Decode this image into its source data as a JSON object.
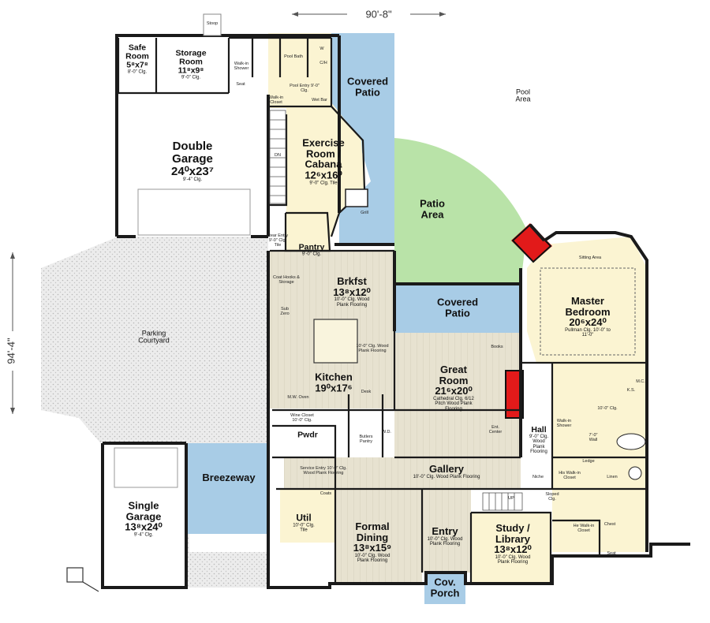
{
  "overall": {
    "width": "90'-8\"",
    "depth": "94'-4\""
  },
  "rooms": {
    "safe_room": {
      "name": [
        "Safe",
        "Room"
      ],
      "dims": "5⁸x7⁸",
      "note": "8'-0\" Clg."
    },
    "storage_room": {
      "name": [
        "Storage",
        "Room"
      ],
      "dims": "11⁸x9⁸",
      "note": "9'-0\" Clg."
    },
    "double_garage": {
      "name": [
        "Double",
        "Garage"
      ],
      "dims": "24⁰x23⁷",
      "note": "9'-4\" Clg."
    },
    "covered_patio_top": {
      "name": [
        "Covered",
        "Patio"
      ]
    },
    "exercise_room": {
      "name": [
        "Exercise",
        "Room /",
        "Cabana"
      ],
      "dims": "12⁶x16⁰",
      "note": "9'-0\" Clg. Tile"
    },
    "patio_area": {
      "name": [
        "Patio",
        "Area"
      ]
    },
    "pool_area": {
      "name": [
        "Pool",
        "Area"
      ]
    },
    "pantry": {
      "name": [
        "Pantry"
      ],
      "note": "9'-0\" Clg."
    },
    "brkfst": {
      "name": [
        "Brkfst"
      ],
      "dims": "13⁸x12⁰",
      "note": "10'-0\" Clg. Wood Plank Flooring"
    },
    "covered_patio_mid": {
      "name": [
        "Covered",
        "Patio"
      ]
    },
    "master_bedroom": {
      "name": [
        "Master",
        "Bedroom"
      ],
      "dims": "20⁶x24⁰",
      "note": "Pullman Clg. 10'-0\" to 11'-0\""
    },
    "parking_courtyard": {
      "name": [
        "Parking",
        "Courtyard"
      ]
    },
    "kitchen": {
      "name": [
        "Kitchen"
      ],
      "dims": "19⁰x17⁶",
      "note": "10'-0\" Clg. Wood Plank Flooring"
    },
    "great_room": {
      "name": [
        "Great",
        "Room"
      ],
      "dims": "21⁶x20⁰",
      "note": "Cathedral Clg. 6/12 Pitch Wood Plank Flooring"
    },
    "pwdr": {
      "name": [
        "Pwdr"
      ]
    },
    "gallery": {
      "name": [
        "Gallery"
      ],
      "note": "10'-0\" Clg. Wood Plank Flooring"
    },
    "breezeway": {
      "name": [
        "Breezeway"
      ]
    },
    "single_garage": {
      "name": [
        "Single",
        "Garage"
      ],
      "dims": "13⁸x24⁰",
      "note": "9'-4\" Clg."
    },
    "util": {
      "name": [
        "Util"
      ],
      "note": "10'-0\" Clg. Tile"
    },
    "formal_dining": {
      "name": [
        "Formal",
        "Dining"
      ],
      "dims": "13⁸x15⁹",
      "note": "10'-0\" Clg. Wood Plank Flooring"
    },
    "entry": {
      "name": [
        "Entry"
      ],
      "note": "10'-0\" Clg. Wood Plank Flooring"
    },
    "study_library": {
      "name": [
        "Study /",
        "Library"
      ],
      "dims": "13⁸x12⁰",
      "note": "10'-0\" Clg. Wood Plank Flooring"
    },
    "cov_porch": {
      "name": [
        "Cov.",
        "Porch"
      ]
    },
    "hall": {
      "name": [
        "Hall"
      ],
      "note": "9'-0\" Clg. Wood Plank Flooring"
    }
  },
  "small_labels": {
    "stoop": "Stoop",
    "walkin_shower": "Walk-in Shower",
    "seat": "Seat",
    "pool_bath": "Pool Bath",
    "ch": "C/H",
    "w": "W",
    "pool_entry": "Pool Entry 9'-0\" Clg.",
    "walkin_closet": "Walk-in Closet",
    "wet_bar": "Wet Bar",
    "grill": "Grill",
    "rear_entry": "Rear Entry 9'-0\" Clg. Tile",
    "coat_hooks": "Coat Hooks & Storage",
    "sitting_area": "Sitting Area",
    "sub_zero": "Sub Zero",
    "books": "Books",
    "wine_closet": "Wine Closet 10'-0\" Clg.",
    "desk": "Desk",
    "mw_oven": "M.W. Oven",
    "butlers_pantry": "Butlers Pantry",
    "wd": "W.D.",
    "ent_center": "Ent. Center",
    "service_entry": "Service Entry 10'-0\" Clg. Wood Plank Flooring",
    "walkin_shower_m": "Walk-in Shower",
    "ledge": "Ledge",
    "his_walkin": "His Walk-in Closet",
    "he_walkin": "He Walk-in Closet",
    "chest": "Chest",
    "linen": "Linen",
    "niche": "Niche",
    "sloped": "Sloped Clg.",
    "coats": "Coats",
    "master_bath_clg": "10'-0\" Clg.",
    "mc": "M.C.",
    "ks": "K.S.",
    "wall_7": "7'-0\" Wall",
    "up": "UP",
    "dn": "DN",
    "seat2": "Seat"
  },
  "colors": {
    "patio_blue": "#a8cce6",
    "patio_green": "#b9e3a8",
    "room_fill": "#fbf4d2",
    "fireplace_red": "#e21a1a",
    "wall": "#1a1a1a",
    "courtyard": "#e9e9e9"
  }
}
